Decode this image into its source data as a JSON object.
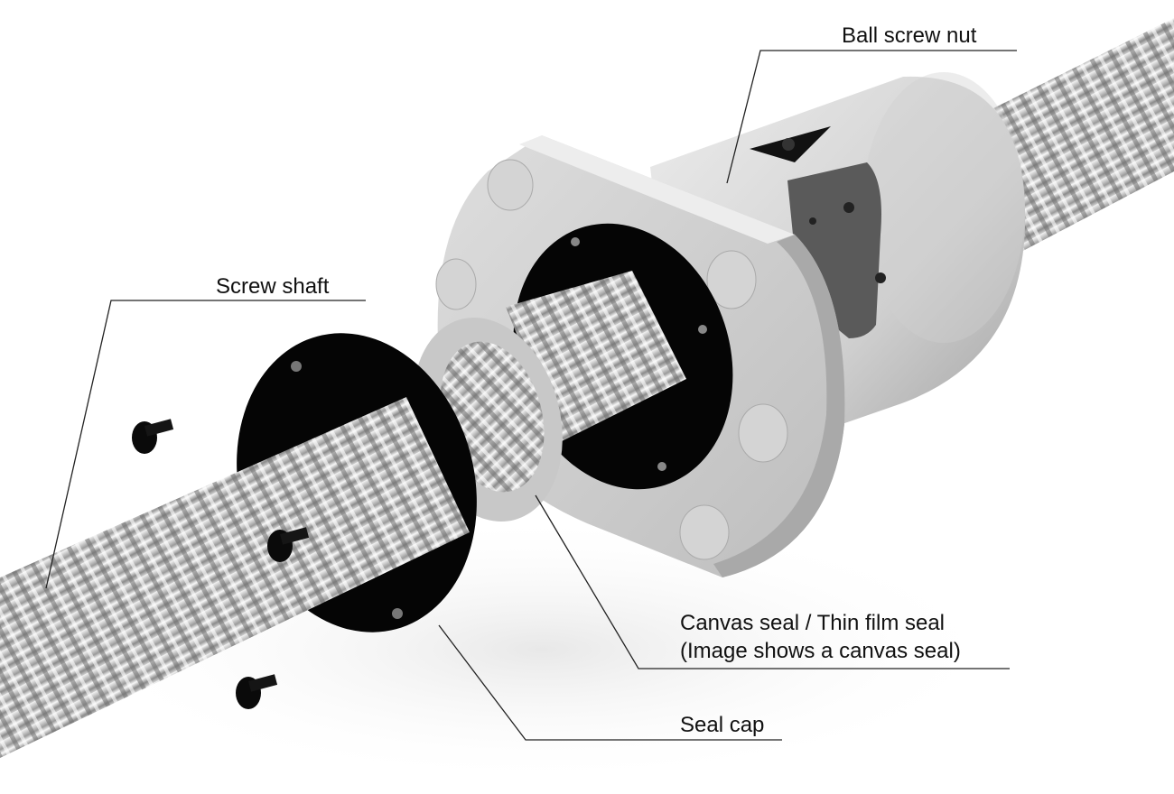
{
  "title": "Ball screw with seal components (exploded view)",
  "labels": {
    "ball_screw_nut": "Ball screw nut",
    "screw_shaft": "Screw shaft",
    "canvas_seal_line1": "Canvas seal / Thin film seal",
    "canvas_seal_line2": "(Image shows a canvas seal)",
    "seal_cap": "Seal cap"
  },
  "colors": {
    "leader_line": "#222222",
    "metal_light": "#e6e6e6",
    "metal_mid": "#b8b8b8",
    "metal_dark": "#7a7a7a",
    "black_part": "#050505",
    "background": "#ffffff"
  }
}
